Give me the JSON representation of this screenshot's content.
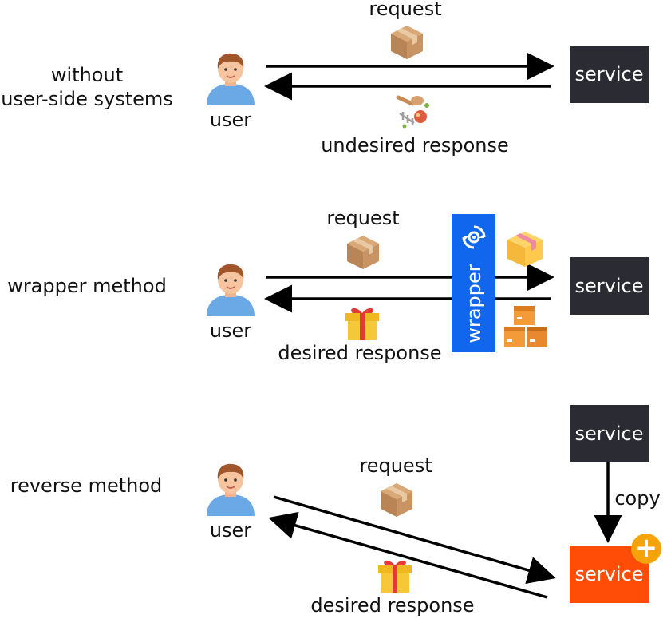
{
  "rows": [
    {
      "label_lines": [
        "without",
        "user-side systems"
      ],
      "user_label": "user",
      "request_label": "request",
      "response_label": "undesired response",
      "service_label": "service"
    },
    {
      "label_lines": [
        "wrapper method"
      ],
      "user_label": "user",
      "request_label": "request",
      "response_label": "desired response",
      "service_label": "service",
      "wrapper_label": "wrapper"
    },
    {
      "label_lines": [
        "reverse method"
      ],
      "user_label": "user",
      "request_label": "request",
      "response_label": "desired response",
      "service_label": "service",
      "copy_label": "copy",
      "copied_service_label": "service"
    }
  ],
  "colors": {
    "service_box": "#2b2b33",
    "wrapper_bar": "#1166ee",
    "copied_service_box": "#ff4d07",
    "plus_badge": "#f5a30b"
  },
  "icons": {
    "user": "user-avatar-icon",
    "request": "package-box-icon",
    "undesired": "garbage-icon",
    "desired": "gift-icon",
    "wrapper": "refresh-gear-icon",
    "plus": "plus-icon"
  }
}
